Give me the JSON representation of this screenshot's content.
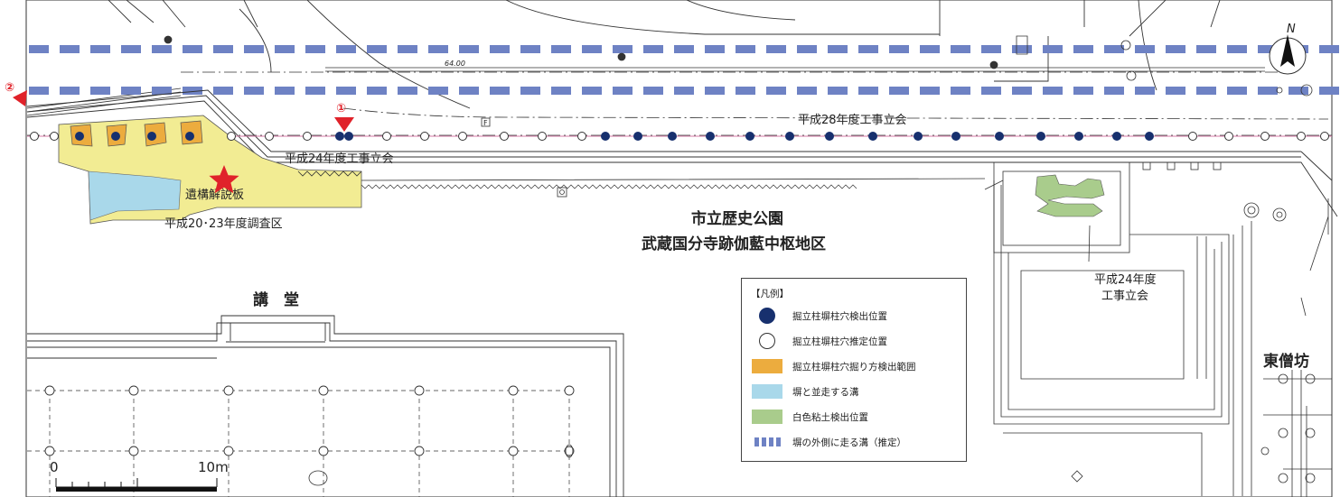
{
  "colors": {
    "pit_found": "#17306e",
    "pit_estimated": "#ffffff",
    "pit_dig_range": "#ecac3e",
    "ditch_parallel": "#a9d8ea",
    "white_clay": "#a9cc8c",
    "outer_ditch": "#6e82c4",
    "survey_area": "#f2ec93",
    "marker": "#e0222a",
    "fence_line": "#d47aa6"
  },
  "markers": {
    "m1": "①",
    "m2": "②"
  },
  "labels": {
    "h28_site": "平成28年度工事立会",
    "h24_site_a": "平成24年度工事立会",
    "h24_site_b_line1": "平成24年度",
    "h24_site_b_line2": "工事立会",
    "panel": "遺構解説板",
    "survey_area": "平成20･23年度調査区",
    "park_line1": "市立歴史公園",
    "park_line2": "武蔵国分寺跡伽藍中枢地区",
    "lecture_hall": "講　堂",
    "east_quarters": "東僧坊",
    "contour": "64.00",
    "grid_f": "F"
  },
  "compass": {
    "label": "N",
    "icon": "north-arrow-icon"
  },
  "scale": {
    "start": "0",
    "end": "10m"
  },
  "legend": {
    "title": "【凡例】",
    "items": [
      {
        "symbol": "filled-circle",
        "label": "掘立柱塀柱穴検出位置"
      },
      {
        "symbol": "open-circle",
        "label": "掘立柱塀柱穴推定位置"
      },
      {
        "symbol": "orange-swatch",
        "label": "掘立柱塀柱穴掘り方検出範囲"
      },
      {
        "symbol": "blue-swatch",
        "label": "塀と並走する溝"
      },
      {
        "symbol": "green-swatch",
        "label": "白色粘土検出位置"
      },
      {
        "symbol": "dashed-bar",
        "label": "塀の外側に走る溝（推定）"
      }
    ]
  }
}
